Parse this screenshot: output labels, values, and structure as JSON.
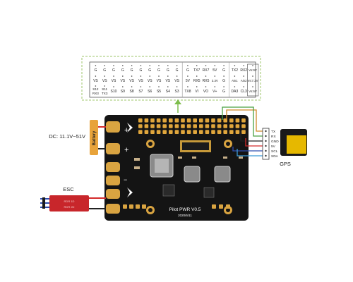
{
  "pin_table": {
    "rows": [
      [
        "G",
        "G",
        "G",
        "G",
        "G",
        "G",
        "G",
        "G",
        "G",
        "G",
        "G",
        "TX7",
        "RX7",
        "5V",
        "G",
        "TX2",
        "RX2",
        "Vs:9V"
      ],
      [
        "VS",
        "VS",
        "VS",
        "VS",
        "VS",
        "VS",
        "VS",
        "VS",
        "VS",
        "VS",
        "5V",
        "RX5",
        "RX5",
        "3.3V",
        "G",
        "Ain1",
        "Ain2",
        "Vs:7.2V"
      ],
      [
        [
          "S12",
          "RX3"
        ],
        [
          "S11",
          "TX3"
        ],
        "S10",
        "S9",
        "S8",
        "S7",
        "S6",
        "S5",
        "S4",
        "S3",
        "TX8",
        "VI",
        "VO",
        "V+",
        "G",
        "DA3",
        "CL3",
        "Vs:6V"
      ]
    ]
  },
  "labels": {
    "power_input": "DC: 11.1V~51V",
    "battery": "Battery",
    "esc": "ESC",
    "esc_marking_1": "RDR 1D",
    "esc_marking_2": "RDR 2D",
    "gps": "GPS",
    "board_name": "Pilot PWR V0.5",
    "board_date": "2020/6/11"
  },
  "gps_pins": [
    "TX",
    "RX",
    "GND",
    "5V",
    "SCL",
    "SDA"
  ],
  "colors": {
    "board": "#141414",
    "gold": "#d9a441",
    "battery_orange": "#e8a33a",
    "esc_red": "#c8262b",
    "arrow_green": "#7dbd4b",
    "dash_green": "#9cc46a",
    "wire_tx": "#d08a28",
    "wire_rx": "#4aa042",
    "wire_gnd": "#222222",
    "wire_5v": "#d42a2a",
    "wire_scl": "#2f4fb0",
    "wire_sda": "#3b9ad6"
  }
}
